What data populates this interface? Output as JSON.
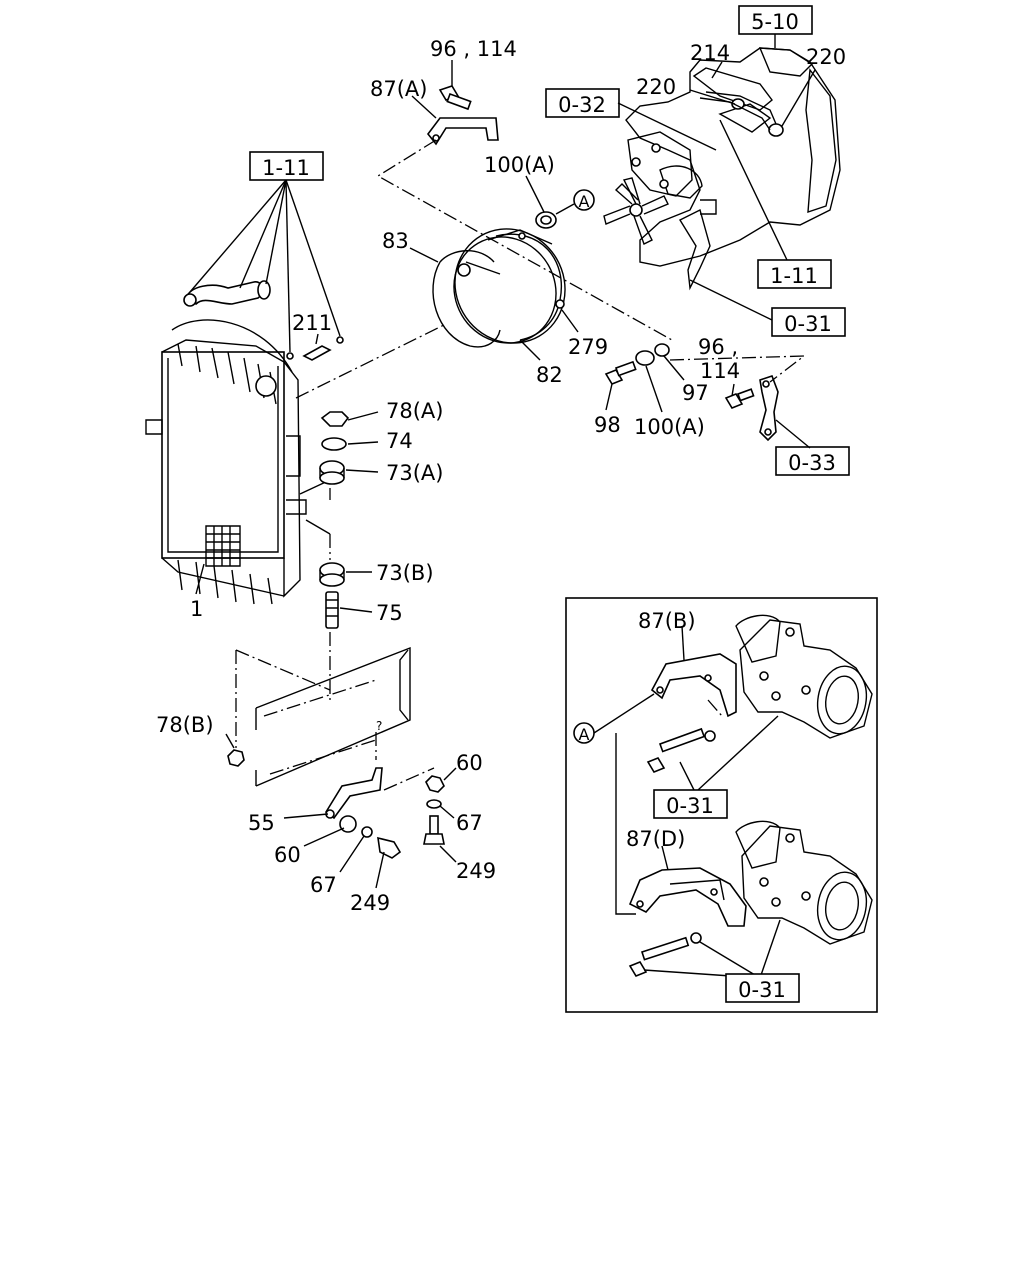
{
  "refs": {
    "r510": "5-10",
    "r032": "0-32",
    "r111a": "1-11",
    "r111b": "1-11",
    "r031a": "0-31",
    "r033": "0-33",
    "r031b": "0-31",
    "r031c": "0-31"
  },
  "labels": {
    "l96_114_top": "96 , 114",
    "l87a": "87(A)",
    "l214": "214",
    "l220a": "220",
    "l220b": "220",
    "l100a_top": "100(A)",
    "circleA_top": "A",
    "l83": "83",
    "l211": "211",
    "l279": "279",
    "l82": "82",
    "l96_right": "96 ,",
    "l114_right": "114",
    "l97": "97",
    "l98": "98",
    "l100a_bot": "100(A)",
    "l78a": "78(A)",
    "l74": "74",
    "l73a": "73(A)",
    "l73b": "73(B)",
    "l75": "75",
    "l1": "1",
    "l78b": "78(B)",
    "l60a": "60",
    "l55": "55",
    "l67a": "67",
    "l60b": "60",
    "l67b": "67",
    "l249a": "249",
    "l249b": "249",
    "l87b": "87(B)",
    "circleA_inset": "A",
    "l87d": "87(D)"
  }
}
